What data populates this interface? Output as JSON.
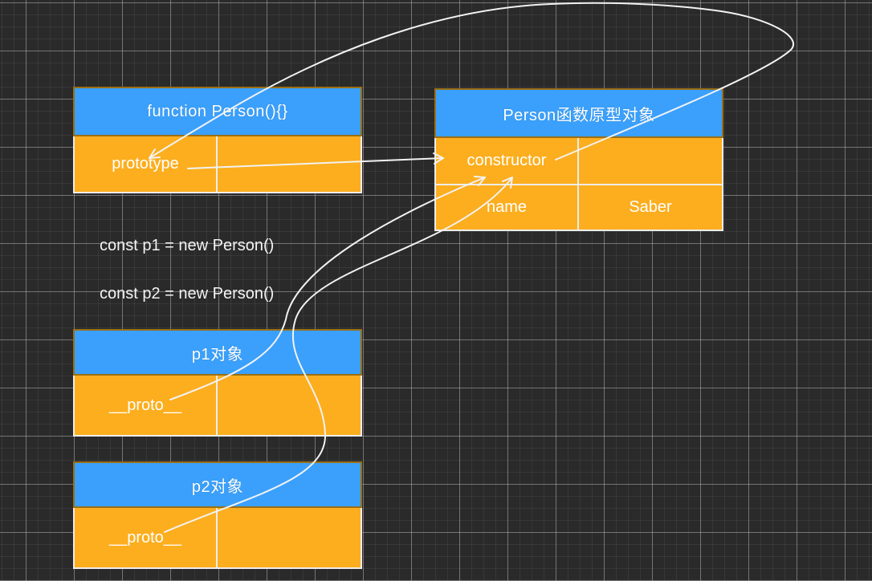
{
  "diagram": {
    "tables": [
      {
        "title": "function Person(){}",
        "rows": [
          [
            "prototype",
            ""
          ]
        ]
      },
      {
        "title": "Person函数原型对象",
        "rows": [
          [
            "constructor",
            ""
          ],
          [
            "name",
            "Saber"
          ]
        ]
      },
      {
        "title": "p1对象",
        "rows": [
          [
            "__proto__",
            ""
          ]
        ]
      },
      {
        "title": "p2对象",
        "rows": [
          [
            "__proto__",
            ""
          ]
        ]
      }
    ],
    "code_lines": [
      "const p1 = new Person()",
      "const p2 = new Person()"
    ],
    "connectors": [
      {
        "name": "prototype-to-constructor",
        "from": "Person.prototype",
        "to": "constructor"
      },
      {
        "name": "constructor-loop-to-prototype",
        "from": "constructor",
        "to": "Person.prototype"
      },
      {
        "name": "p1-proto-to-constructor",
        "from": "p1.__proto__",
        "to": "constructor"
      },
      {
        "name": "p2-proto-to-constructor",
        "from": "p2.__proto__",
        "to": "constructor"
      }
    ],
    "colors": {
      "header_blue": "#3aa0fc",
      "cell_orange": "#fcae1e",
      "table_border_brown": "#9a6f14",
      "divider_white": "#ededed",
      "connector_white": "#f2f2f2",
      "canvas_bg": "#2a2a2a"
    }
  }
}
